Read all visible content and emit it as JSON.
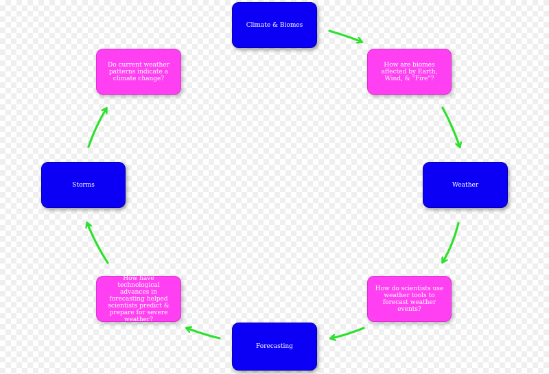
{
  "colors": {
    "topic": "#0b00f5",
    "question": "#ff3ff2",
    "arrow": "#2ee02e"
  },
  "nodes": {
    "climate": "Climate & Biomes",
    "q_biomes": "How are biomes affected by Earth, Wind, & \"Fire\"?",
    "weather": "Weather",
    "q_tools": "How do scientists use weather tools to forecast weather events?",
    "forecasting": "Forecasting",
    "q_tech": "How have technological advances in forecasting helped scientists predict & prepare for severe weather?",
    "storms": "Storms",
    "q_climate": "Do current weather patterns indicate a climate change?"
  },
  "edges": [
    [
      "climate",
      "q_biomes"
    ],
    [
      "q_biomes",
      "weather"
    ],
    [
      "weather",
      "q_tools"
    ],
    [
      "q_tools",
      "forecasting"
    ],
    [
      "forecasting",
      "q_tech"
    ],
    [
      "q_tech",
      "storms"
    ],
    [
      "storms",
      "q_climate"
    ]
  ]
}
